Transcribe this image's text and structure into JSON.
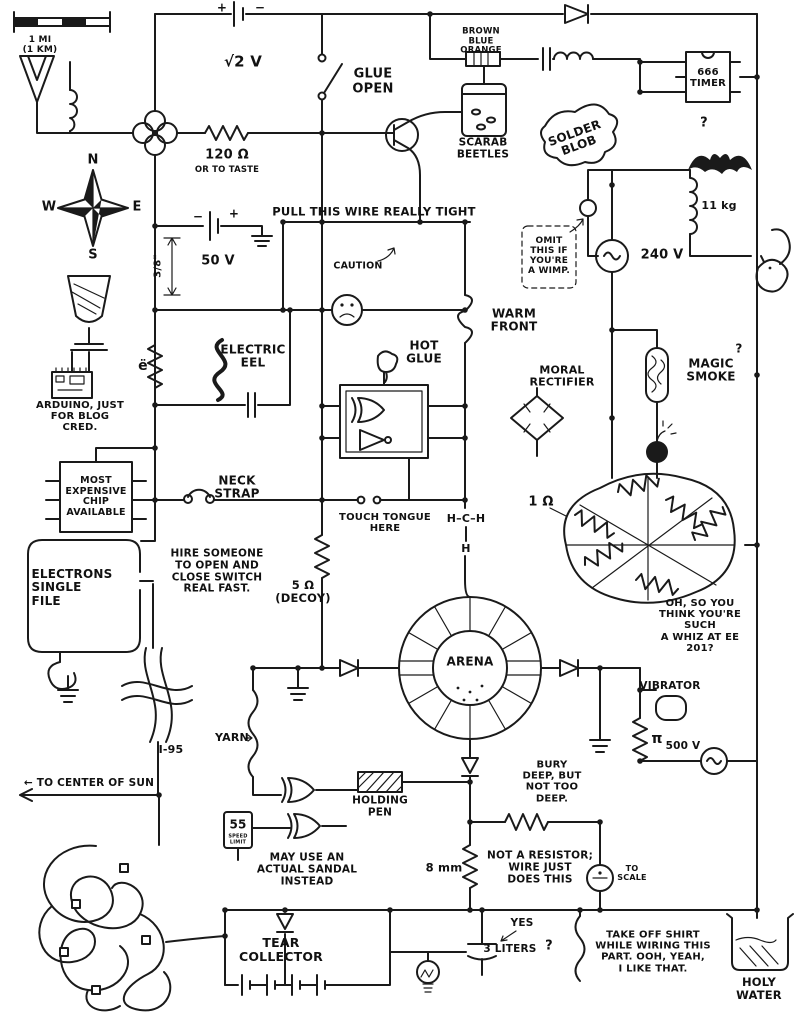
{
  "diagram": {
    "kind": "hand-drawn parody circuit schematic",
    "colors": {
      "ink": "#1a1a1a",
      "paper": "#ffffff"
    }
  },
  "labels": {
    "scale": "1 MI\n(1 KM)",
    "bt_plus": "+",
    "bt_minus": "−",
    "battery_top": "√2 V",
    "glue_open": "GLUE\nOPEN",
    "resistor_bands": "BROWN\nBLUE\nORANGE",
    "timer": "666\nTIMER",
    "timer_q": "?",
    "scarab": "SCARAB\nBEETLES",
    "solder": "SOLDER\nBLOB",
    "r120": "120 Ω",
    "r120_note": "OR TO TASTE",
    "compass_n": "N",
    "compass_w": "W",
    "compass_e": "E",
    "compass_s": "S",
    "pull": "PULL THIS WIRE REALLY TIGHT",
    "b50_minus": "−",
    "b50_plus": "+",
    "b50": "50 V",
    "dim": "3/8\"",
    "caution": "CAUTION",
    "omit": "OMIT\nTHIS IF\nYOU'RE\nA WIMP.",
    "v240": "240 V",
    "kg": "11 kg",
    "warm": "WARM\nFRONT",
    "hot": "HOT\nGLUE",
    "eel": "ELECTRIC\nEEL",
    "e_um": "ë",
    "arduino": "ARDUINO, JUST\nFOR BLOG\nCRED.",
    "moral": "MORAL\nRECTIFIER",
    "magic": "MAGIC\nSMOKE",
    "magic_q": "?",
    "chip": "MOST\nEXPENSIVE\nCHIP\nAVAILABLE",
    "neck": "NECK\nSTRAP",
    "tongue": "TOUCH TONGUE\nHERE",
    "methane_top": "H–C–H",
    "methane_bot": "H",
    "r1": "1 Ω",
    "electrons": "ELECTRONS\nSINGLE\nFILE",
    "hire": "HIRE SOMEONE\nTO OPEN AND\nCLOSE SWITCH\nREAL FAST.",
    "r5": "5 Ω\n(DECOY)",
    "whiz": "OH, SO YOU\nTHINK YOU'RE SUCH\nA WHIZ AT EE 201?",
    "arena": "ARENA",
    "i95": "I-95",
    "yarn": "YARN",
    "vibrator": "VIBRATOR",
    "pi": "π",
    "v500": "500 V",
    "sun": "← TO CENTER OF SUN",
    "pen": "HOLDING\nPEN",
    "speed_num": "55",
    "speed_small": "SPEED\nLIMIT",
    "sandal": "MAY USE AN\nACTUAL SANDAL\nINSTEAD",
    "bury": "BURY\nDEEP, BUT\nNOT TOO\nDEEP.",
    "mm8": "8 mm",
    "notres": "NOT A RESISTOR;\nWIRE JUST\nDOES THIS",
    "toscale": "TO\nSCALE",
    "yes": "YES",
    "liters": "3 LITERS",
    "liters_q": "?",
    "shirt": "TAKE OFF SHIRT\nWHILE WIRING THIS\nPART. OOH, YEAH,\nI LIKE THAT.",
    "tear": "TEAR\nCOLLECTOR",
    "holy": "HOLY\nWATER"
  }
}
